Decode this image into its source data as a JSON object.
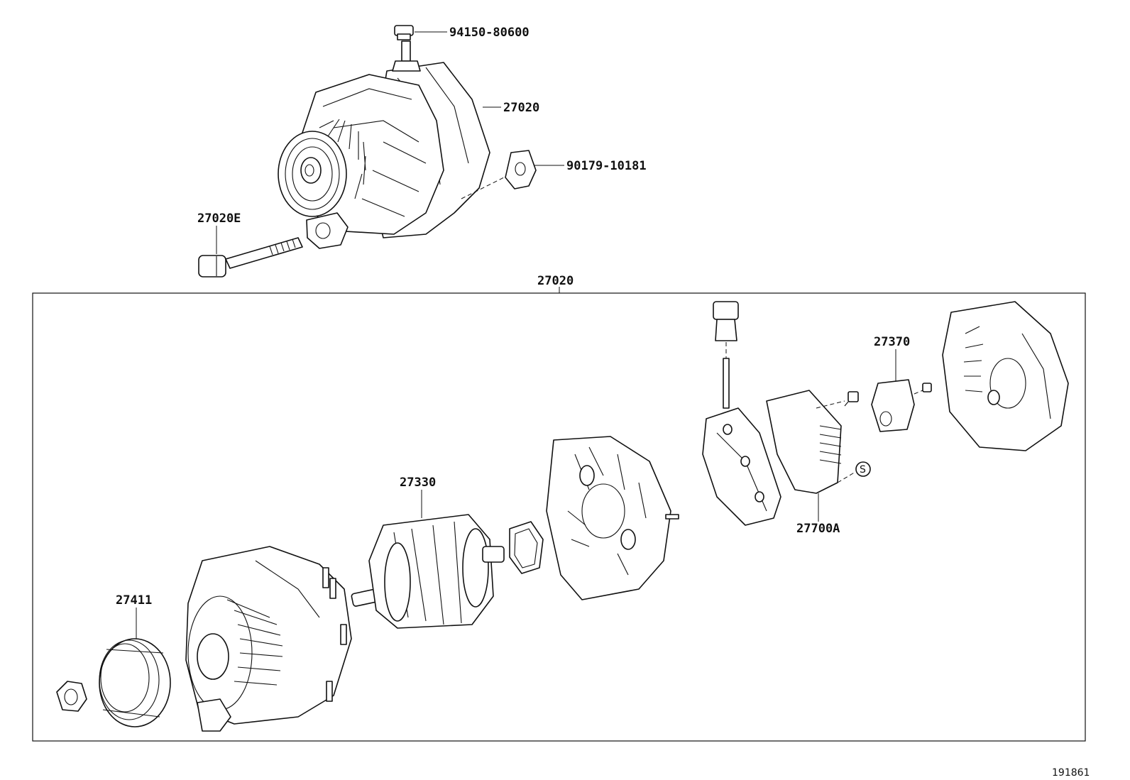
{
  "diagram": {
    "callouts": {
      "nut_top": "94150-80600",
      "alternator_assy": "27020",
      "terminal_insulator": "90179-10181",
      "bolt": "27020E",
      "assembly_group": "27020",
      "rotor": "27330",
      "brush_holder": "27370",
      "rectifier": "27700A",
      "pulley": "27411"
    },
    "symbol_s": "S",
    "figure_id": "191861"
  }
}
